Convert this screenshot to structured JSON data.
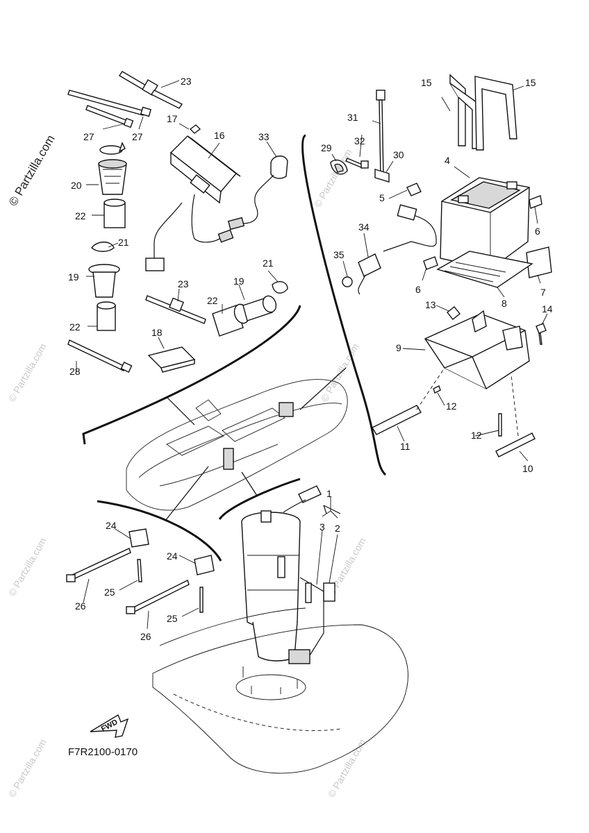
{
  "diagram": {
    "drawing_code": "F7R2100-0170",
    "forward_arrow": "FWD",
    "watermark_main": "© Partzilla.com",
    "watermark_faint": "© Partzilla.com",
    "callouts": [
      "1",
      "2",
      "3",
      "4",
      "5",
      "6",
      "6",
      "7",
      "8",
      "9",
      "10",
      "11",
      "12",
      "12",
      "13",
      "14",
      "15",
      "15",
      "16",
      "17",
      "18",
      "19",
      "19",
      "20",
      "21",
      "21",
      "22",
      "22",
      "22",
      "23",
      "23",
      "24",
      "24",
      "25",
      "25",
      "26",
      "26",
      "27",
      "27",
      "28",
      "29",
      "30",
      "31",
      "32",
      "33",
      "34",
      "35"
    ]
  }
}
